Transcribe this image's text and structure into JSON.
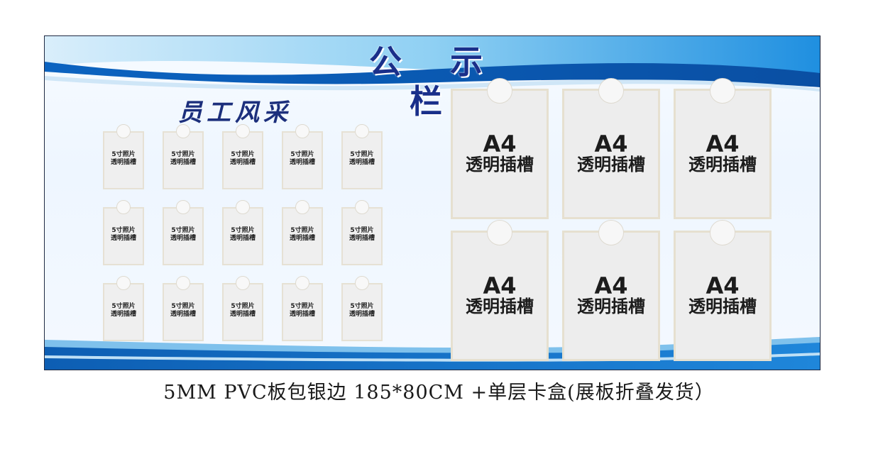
{
  "board": {
    "title": "公 示 栏",
    "subtitle": "员工风采",
    "photo_slot": {
      "line1": "5寸照片",
      "line2": "透明插槽"
    },
    "a4_slot": {
      "line1": "A4",
      "line2": "透明插槽"
    }
  },
  "caption": "5MM PVC板包银边 185*80CM +单层卡盒(展板折叠发货）",
  "colors": {
    "title": "#1a2f8a",
    "wave_dark": "#0a5fb5",
    "wave_light": "#7cc4f0",
    "slot_fill": "#ededed",
    "slot_border": "#e6e0d0"
  }
}
